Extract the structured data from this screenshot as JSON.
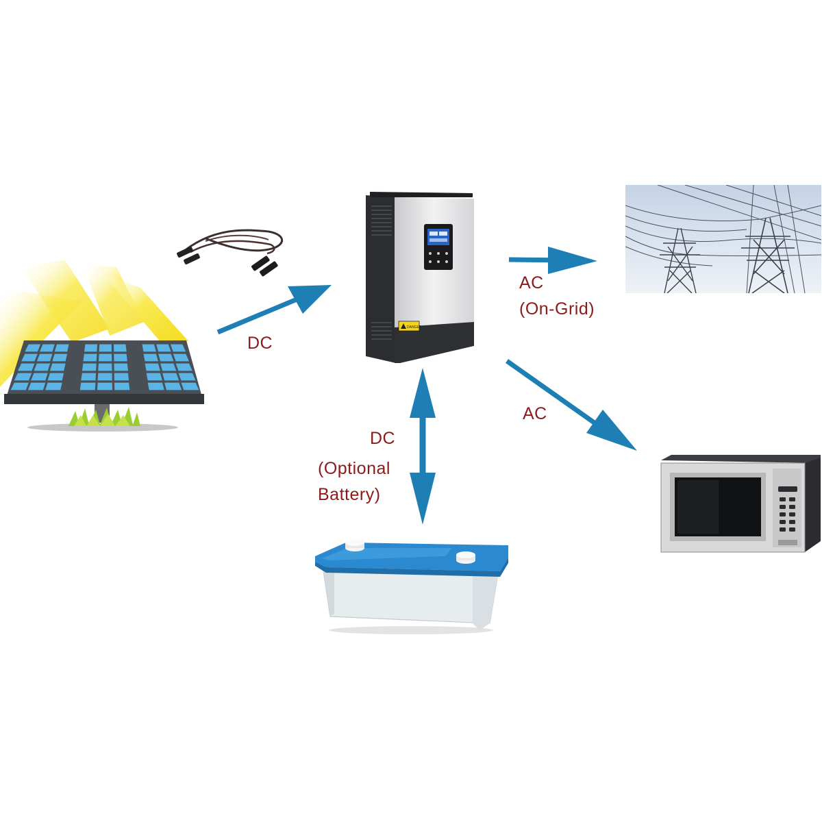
{
  "diagram": {
    "labels": {
      "dc_in": "DC",
      "ac_grid_line1": "AC",
      "ac_grid_line2": "(On-Grid)",
      "ac_load": "AC",
      "dc_battery_line1": "DC",
      "dc_battery_line2": "(Optional",
      "dc_battery_line3": "Battery)"
    },
    "inverter_label": "DANGER",
    "components": [
      {
        "id": "solar-panel",
        "icon": "solar-panel-icon"
      },
      {
        "id": "pv-cable",
        "icon": "cable-icon"
      },
      {
        "id": "inverter",
        "icon": "hybrid-inverter-icon"
      },
      {
        "id": "power-grid",
        "icon": "power-lines-icon"
      },
      {
        "id": "microwave",
        "icon": "microwave-icon"
      },
      {
        "id": "battery",
        "icon": "battery-icon"
      }
    ],
    "colors": {
      "label": "#8b1a1a",
      "arrow": "#1e7fb4",
      "sun_rays": "#f6e227",
      "panel_cell": "#5ab4e6",
      "battery_lid": "#2b89cf"
    }
  }
}
